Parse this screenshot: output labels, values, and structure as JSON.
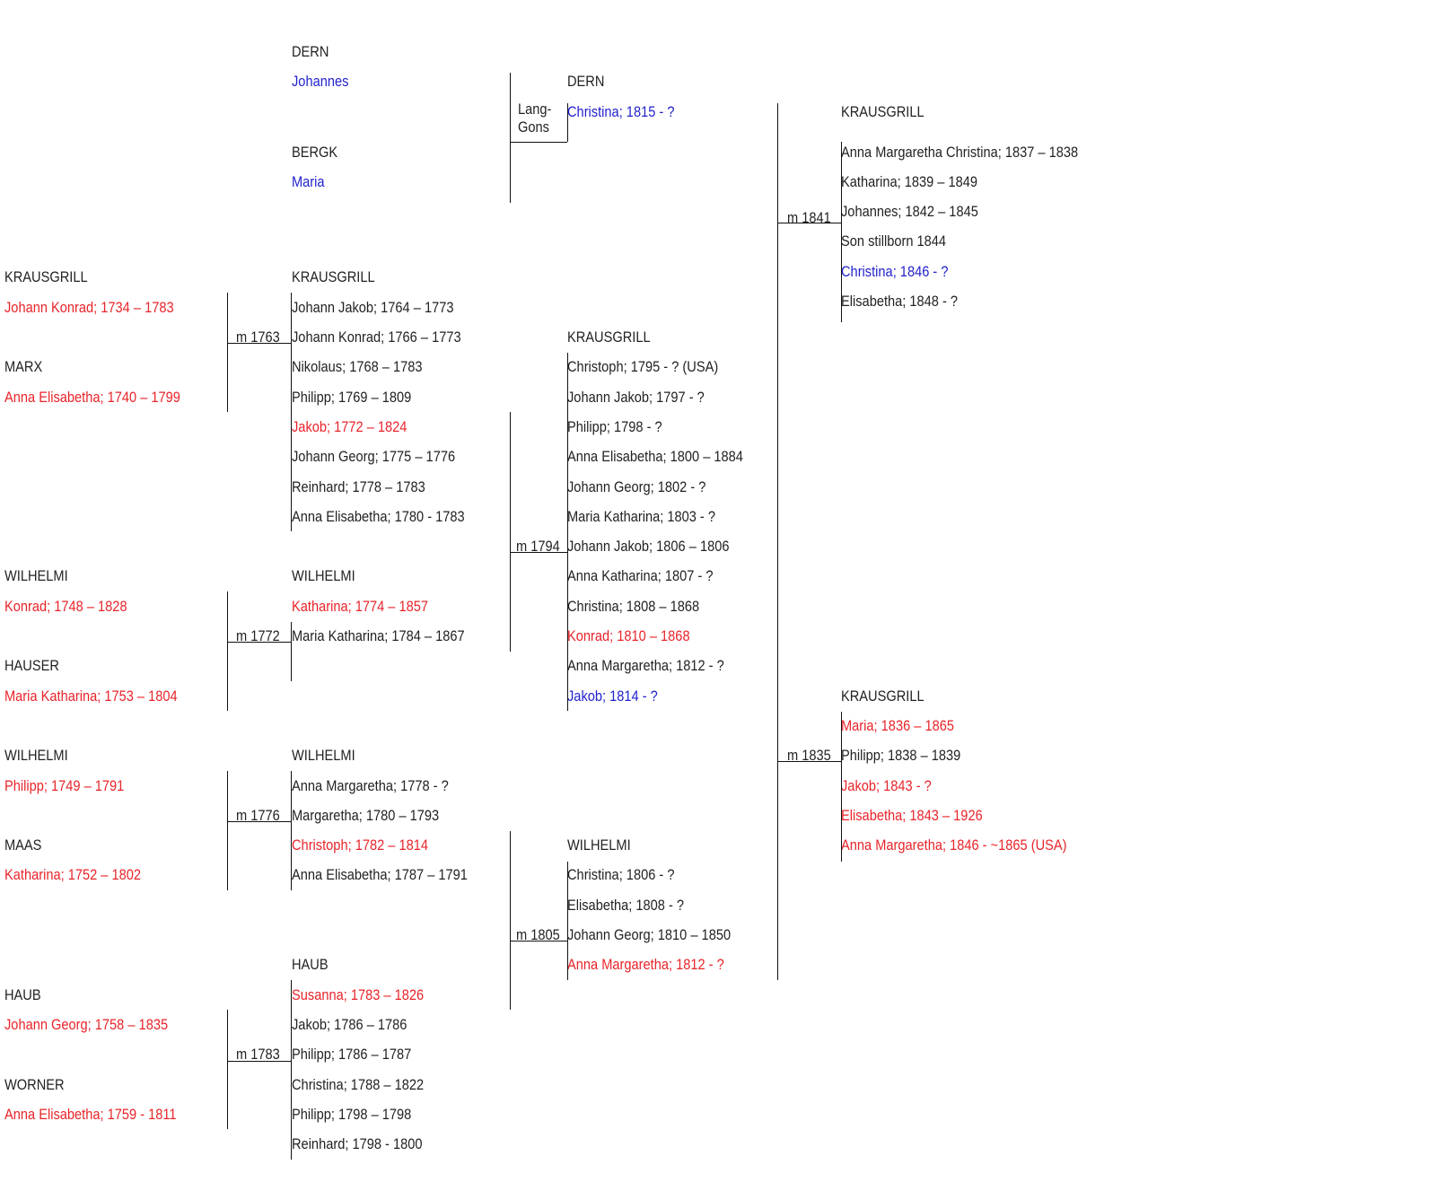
{
  "origin": {
    "place_label": "Lang-Gons",
    "place_lines": [
      "Lang-",
      "Gons"
    ],
    "father": {
      "surname": "DERN",
      "name": "Johannes"
    },
    "mother": {
      "surname": "BERGK",
      "name": "Maria"
    },
    "child": {
      "surname": "DERN",
      "name": "Christina; 1815 - ?"
    }
  },
  "families": [
    {
      "id": "f1763",
      "husband": {
        "surname": "KRAUSGRILL",
        "name": "Johann Konrad; 1734 – 1783",
        "color": "red"
      },
      "wife": {
        "surname": "MARX",
        "name": "Anna Elisabetha; 1740 – 1799",
        "color": "red"
      },
      "marriage": "m 1763",
      "children_surname": "KRAUSGRILL",
      "children": [
        {
          "text": "Johann Jakob; 1764 – 1773",
          "color": "black"
        },
        {
          "text": "Johann Konrad; 1766 – 1773",
          "color": "black"
        },
        {
          "text": "Nikolaus; 1768 – 1783",
          "color": "black"
        },
        {
          "text": "Philipp; 1769 – 1809",
          "color": "black"
        },
        {
          "text": "Jakob; 1772 – 1824",
          "color": "red"
        },
        {
          "text": "Johann Georg; 1775 – 1776",
          "color": "black"
        },
        {
          "text": "Reinhard; 1778 – 1783",
          "color": "black"
        },
        {
          "text": "Anna Elisabetha; 1780 - 1783",
          "color": "black"
        }
      ]
    },
    {
      "id": "f1772",
      "husband": {
        "surname": "WILHELMI",
        "name": "Konrad; 1748 – 1828",
        "color": "red"
      },
      "wife": {
        "surname": "HAUSER",
        "name": "Maria Katharina; 1753 – 1804",
        "color": "red"
      },
      "marriage": "m 1772",
      "children_surname": "WILHELMI",
      "children": [
        {
          "text": "Katharina; 1774 – 1857",
          "color": "red"
        },
        {
          "text": "Maria Katharina; 1784 – 1867",
          "color": "black"
        }
      ]
    },
    {
      "id": "f1776",
      "husband": {
        "surname": "WILHELMI",
        "name": "Philipp; 1749 – 1791",
        "color": "red"
      },
      "wife": {
        "surname": "MAAS",
        "name": "Katharina; 1752 – 1802",
        "color": "red"
      },
      "marriage": "m 1776",
      "children_surname": "WILHELMI",
      "children": [
        {
          "text": "Anna Margaretha; 1778 - ?",
          "color": "black"
        },
        {
          "text": "Margaretha; 1780 – 1793",
          "color": "black"
        },
        {
          "text": "Christoph; 1782 – 1814",
          "color": "red"
        },
        {
          "text": "Anna Elisabetha; 1787 – 1791",
          "color": "black"
        }
      ]
    },
    {
      "id": "f1783",
      "husband": {
        "surname": "HAUB",
        "name": "Johann Georg; 1758 – 1835",
        "color": "red"
      },
      "wife": {
        "surname": "WORNER",
        "name": "Anna Elisabetha; 1759 - 1811",
        "color": "red"
      },
      "marriage": "m 1783",
      "children_surname": "HAUB",
      "children": [
        {
          "text": "Susanna; 1783 – 1826",
          "color": "red"
        },
        {
          "text": "Jakob; 1786 – 1786",
          "color": "black"
        },
        {
          "text": "Philipp; 1786 – 1787",
          "color": "black"
        },
        {
          "text": "Christina; 1788 – 1822",
          "color": "black"
        },
        {
          "text": "Philipp; 1798 – 1798",
          "color": "black"
        },
        {
          "text": "Reinhard; 1798 - 1800",
          "color": "black"
        }
      ]
    },
    {
      "id": "f1794",
      "marriage": "m 1794",
      "children_surname": "KRAUSGRILL",
      "children": [
        {
          "text": "Christoph; 1795 - ? (USA)",
          "color": "black"
        },
        {
          "text": "Johann Jakob; 1797 - ?",
          "color": "black"
        },
        {
          "text": "Philipp; 1798 - ?",
          "color": "black"
        },
        {
          "text": "Anna Elisabetha; 1800 – 1884",
          "color": "black"
        },
        {
          "text": "Johann Georg; 1802 - ?",
          "color": "black"
        },
        {
          "text": "Maria Katharina; 1803 - ?",
          "color": "black"
        },
        {
          "text": "Johann Jakob; 1806 – 1806",
          "color": "black"
        },
        {
          "text": "Anna Katharina; 1807 - ?",
          "color": "black"
        },
        {
          "text": "Christina; 1808 – 1868",
          "color": "black"
        },
        {
          "text": "Konrad; 1810 – 1868",
          "color": "red"
        },
        {
          "text": "Anna Margaretha; 1812 - ?",
          "color": "black"
        },
        {
          "text": "Jakob; 1814 - ?",
          "color": "blue"
        }
      ]
    },
    {
      "id": "f1805",
      "marriage": "m 1805",
      "children_surname": "WILHELMI",
      "children": [
        {
          "text": "Christina; 1806 - ?",
          "color": "black"
        },
        {
          "text": "Elisabetha; 1808 - ?",
          "color": "black"
        },
        {
          "text": "Johann Georg; 1810 – 1850",
          "color": "black"
        },
        {
          "text": "Anna Margaretha; 1812 - ?",
          "color": "red"
        }
      ]
    },
    {
      "id": "f1841",
      "marriage": "m 1841",
      "children_surname": "KRAUSGRILL",
      "children": [
        {
          "text": "Anna Margaretha Christina; 1837 – 1838",
          "color": "black"
        },
        {
          "text": "Katharina; 1839 – 1849",
          "color": "black"
        },
        {
          "text": "Johannes; 1842 – 1845",
          "color": "black"
        },
        {
          "text": "Son stillborn 1844",
          "color": "black"
        },
        {
          "text": "Christina; 1846 - ?",
          "color": "blue"
        },
        {
          "text": "Elisabetha; 1848 - ?",
          "color": "black"
        }
      ]
    },
    {
      "id": "f1835",
      "marriage": "m 1835",
      "children_surname": "KRAUSGRILL",
      "children": [
        {
          "text": "Maria; 1836 – 1865",
          "color": "red"
        },
        {
          "text": "Philipp; 1838 – 1839",
          "color": "black"
        },
        {
          "text": "Jakob; 1843 - ?",
          "color": "red"
        },
        {
          "text": "Elisabetha; 1843 – 1926",
          "color": "red"
        },
        {
          "text": "Anna Margaretha; 1846 - ~1865 (USA)",
          "color": "red"
        }
      ]
    }
  ],
  "colors": {
    "red": "#e8242a",
    "blue": "#2222cc",
    "black": "#222222",
    "line": "#111111"
  }
}
